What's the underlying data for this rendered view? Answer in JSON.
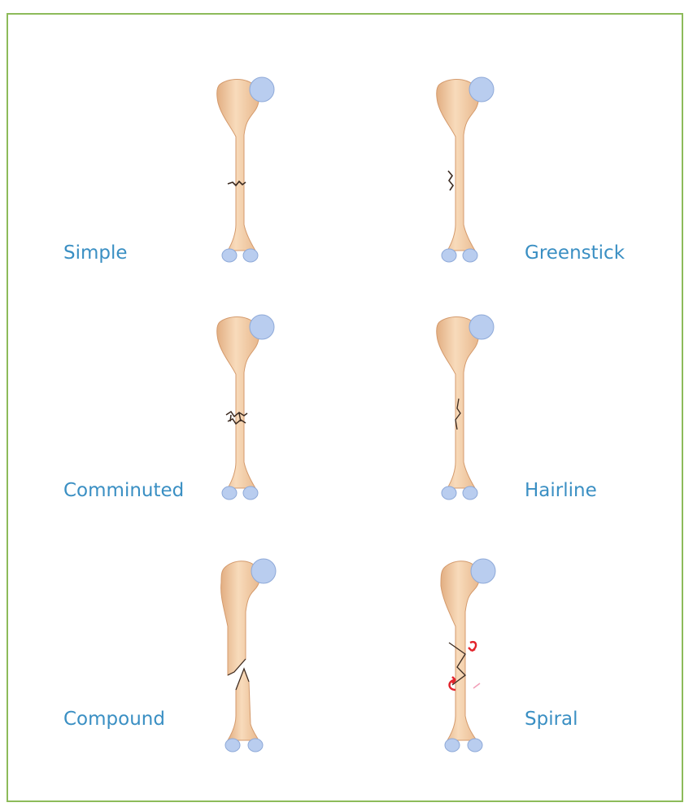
{
  "colors": {
    "border": "#8dbb5a",
    "label": "#3a8fc3",
    "bone_fill": "#f5d1ac",
    "bone_shade": "#e2ae82",
    "cartilage": "#b9cdef",
    "fracture_line": "#3b2a20",
    "spiral_arrow": "#e2232b"
  },
  "fractures": [
    {
      "id": "simple",
      "label": "Simple",
      "fracture_type": "transverse-crack",
      "icon": "femur-simple-fracture-icon"
    },
    {
      "id": "greenstick",
      "label": "Greenstick",
      "fracture_type": "partial-bend-crack",
      "icon": "femur-greenstick-fracture-icon"
    },
    {
      "id": "comminuted",
      "label": "Comminuted",
      "fracture_type": "fragmented",
      "icon": "femur-comminuted-fracture-icon"
    },
    {
      "id": "hairline",
      "label": "Hairline",
      "fracture_type": "thin-crack",
      "icon": "femur-hairline-fracture-icon"
    },
    {
      "id": "compound",
      "label": "Compound",
      "fracture_type": "complete-break",
      "icon": "femur-compound-fracture-icon"
    },
    {
      "id": "spiral",
      "label": "Spiral",
      "fracture_type": "twisting-break",
      "icon": "femur-spiral-fracture-icon"
    }
  ]
}
